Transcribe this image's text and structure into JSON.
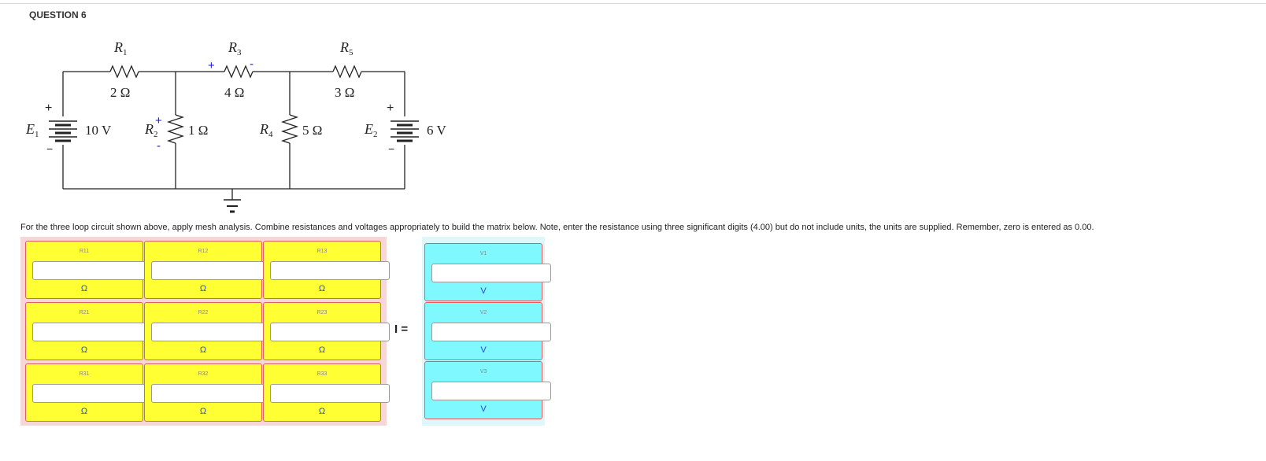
{
  "question": {
    "title": "QUESTION 6"
  },
  "circuit": {
    "r1": {
      "name_main": "R",
      "name_sub": "1",
      "value": "2 Ω"
    },
    "r2": {
      "name_main": "R",
      "name_sub": "2",
      "value": "1 Ω",
      "plus": "+",
      "minus": "-"
    },
    "r3": {
      "name_main": "R",
      "name_sub": "3",
      "value": "4 Ω",
      "plus": "+",
      "minus": "-"
    },
    "r4": {
      "name_main": "R",
      "name_sub": "4",
      "value": "5 Ω"
    },
    "r5": {
      "name_main": "R",
      "name_sub": "5",
      "value": "3 Ω"
    },
    "e1": {
      "name_main": "E",
      "name_sub": "1",
      "value": "10 V",
      "plus": "+",
      "minus": "−"
    },
    "e2": {
      "name_main": "E",
      "name_sub": "2",
      "value": "6 V",
      "plus": "+",
      "minus": "−"
    },
    "polarity_color": "#1a1ad6"
  },
  "instructions": "For the three loop circuit shown above, apply mesh analysis.  Combine resistances and voltages appropriately to build the matrix below.  Note, enter the resistance using three significant digits (4.00) but do not include units, the units are supplied. Remember, zero is  entered as 0.00.",
  "resistance_matrix": {
    "unit": "Ω",
    "cells": [
      {
        "label": "R11",
        "value": ""
      },
      {
        "label": "R12",
        "value": ""
      },
      {
        "label": "R13",
        "value": ""
      },
      {
        "label": "R21",
        "value": ""
      },
      {
        "label": "R22",
        "value": ""
      },
      {
        "label": "R23",
        "value": ""
      },
      {
        "label": "R31",
        "value": ""
      },
      {
        "label": "R32",
        "value": ""
      },
      {
        "label": "R33",
        "value": ""
      }
    ]
  },
  "equation_sign": "I =",
  "voltage_vector": {
    "unit": "V",
    "cells": [
      {
        "label": "V1",
        "value": ""
      },
      {
        "label": "V2",
        "value": ""
      },
      {
        "label": "V3",
        "value": ""
      }
    ]
  },
  "colors": {
    "resistance_cell": "#ffff33",
    "voltage_cell": "#7ff8ff",
    "cell_border": "#e06060",
    "matrix_background": "#f6d6d6",
    "vector_background": "#dff6fb",
    "unit_text": "#2b4bd6"
  }
}
